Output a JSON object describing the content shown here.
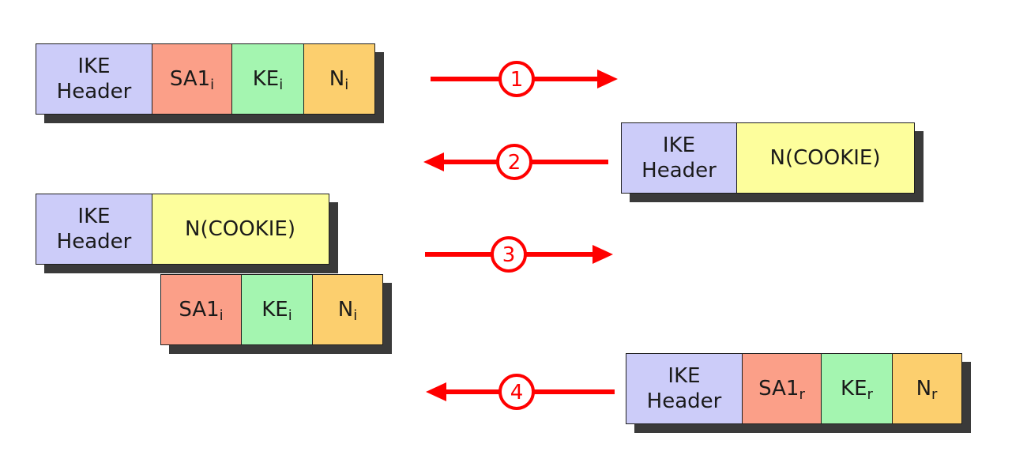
{
  "colors": {
    "ike_header": "#ccccf9",
    "sa": "#fb9f88",
    "ke": "#a4f5b0",
    "nonce": "#fccf6e",
    "cookie": "#fdfe9c",
    "arrow": "#ff0000",
    "shadow": "#3a3a3a"
  },
  "fields": {
    "ike_line1": "IKE",
    "ike_line2": "Header",
    "sa_base": "SA1",
    "ke_base": "KE",
    "n_base": "N",
    "sub_initiator": "i",
    "sub_responder": "r",
    "cookie": "N(COOKIE)"
  },
  "steps": [
    {
      "label": "1",
      "direction": "right"
    },
    {
      "label": "2",
      "direction": "left"
    },
    {
      "label": "3",
      "direction": "right"
    },
    {
      "label": "4",
      "direction": "left"
    }
  ]
}
